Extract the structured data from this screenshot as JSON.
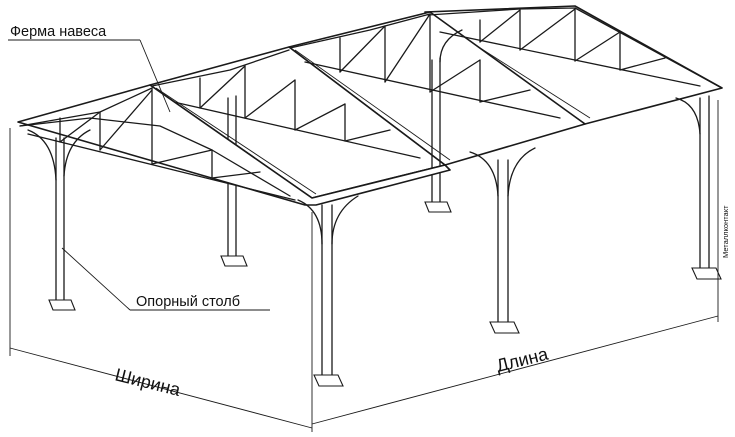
{
  "labels": {
    "truss": "Ферма навеса",
    "post": "Опорный столб",
    "width": "Ширина",
    "length": "Длина",
    "watermark": "Металлконтакт"
  }
}
